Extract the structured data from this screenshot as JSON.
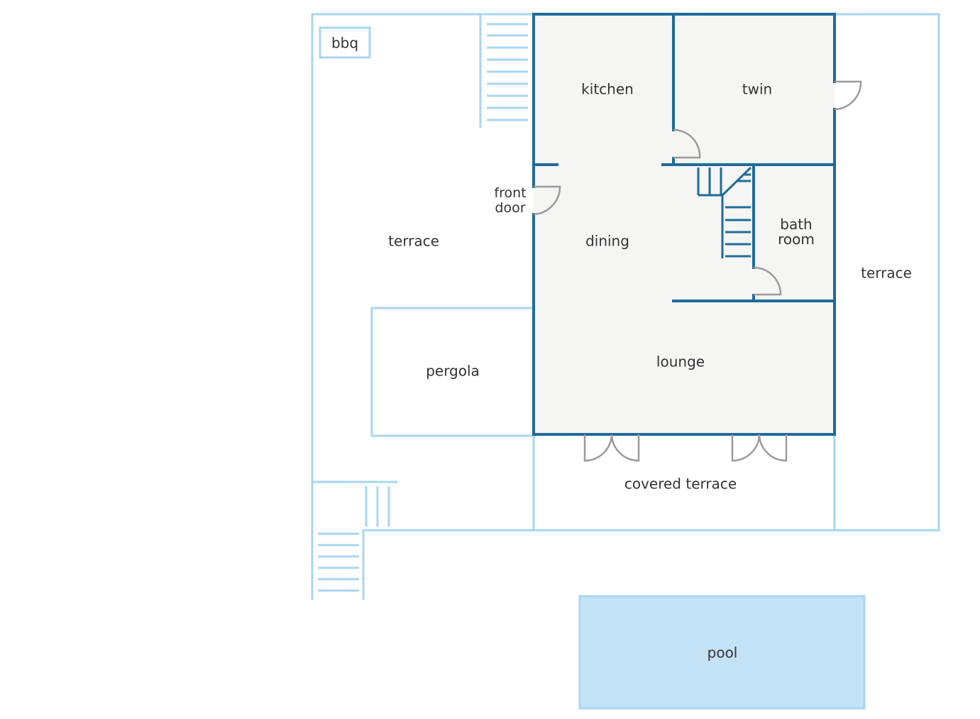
{
  "labels": {
    "bbq": "bbq",
    "kitchen": "kitchen",
    "twin": "twin",
    "front_door": "front\ndoor",
    "terrace_left": "terrace",
    "dining": "dining",
    "bathroom": "bath\nroom",
    "terrace_right": "terrace",
    "pergola": "pergola",
    "lounge": "lounge",
    "covered_terrace": "covered terrace",
    "pool": "pool"
  },
  "colors": {
    "interior_wall": "#1f6b99",
    "exterior_line": "#a8d6f0",
    "room_fill": "#f5f5f4",
    "door": "#9a9a9a",
    "pool_fill": "#c3e2f6",
    "text": "#333333"
  }
}
